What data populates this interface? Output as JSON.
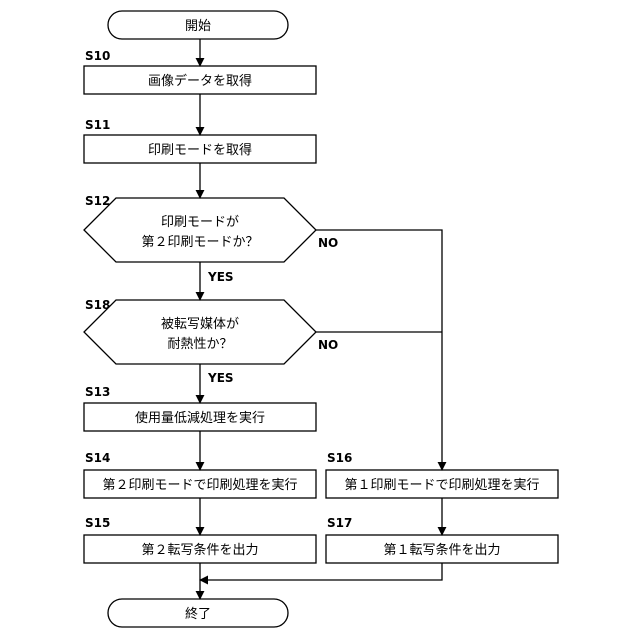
{
  "terminals": {
    "start": "開始",
    "end": "終了"
  },
  "steps": {
    "s10": {
      "id": "S10",
      "text": "画像データを取得"
    },
    "s11": {
      "id": "S11",
      "text": "印刷モードを取得"
    },
    "s12": {
      "id": "S12",
      "line1": "印刷モードが",
      "line2": "第２印刷モードか？"
    },
    "s18": {
      "id": "S18",
      "line1": "被転写媒体が",
      "line2": "耐熱性か？"
    },
    "s13": {
      "id": "S13",
      "text": "使用量低減処理を実行"
    },
    "s14": {
      "id": "S14",
      "text": "第２印刷モードで印刷処理を実行"
    },
    "s15": {
      "id": "S15",
      "text": "第２転写条件を出力"
    },
    "s16": {
      "id": "S16",
      "text": "第１印刷モードで印刷処理を実行"
    },
    "s17": {
      "id": "S17",
      "text": "第１転写条件を出力"
    }
  },
  "branches": {
    "s12_yes": "YES",
    "s12_no": "NO",
    "s18_yes": "YES",
    "s18_no": "NO"
  },
  "colors": {
    "stroke": "#000000",
    "fill": "#ffffff"
  }
}
